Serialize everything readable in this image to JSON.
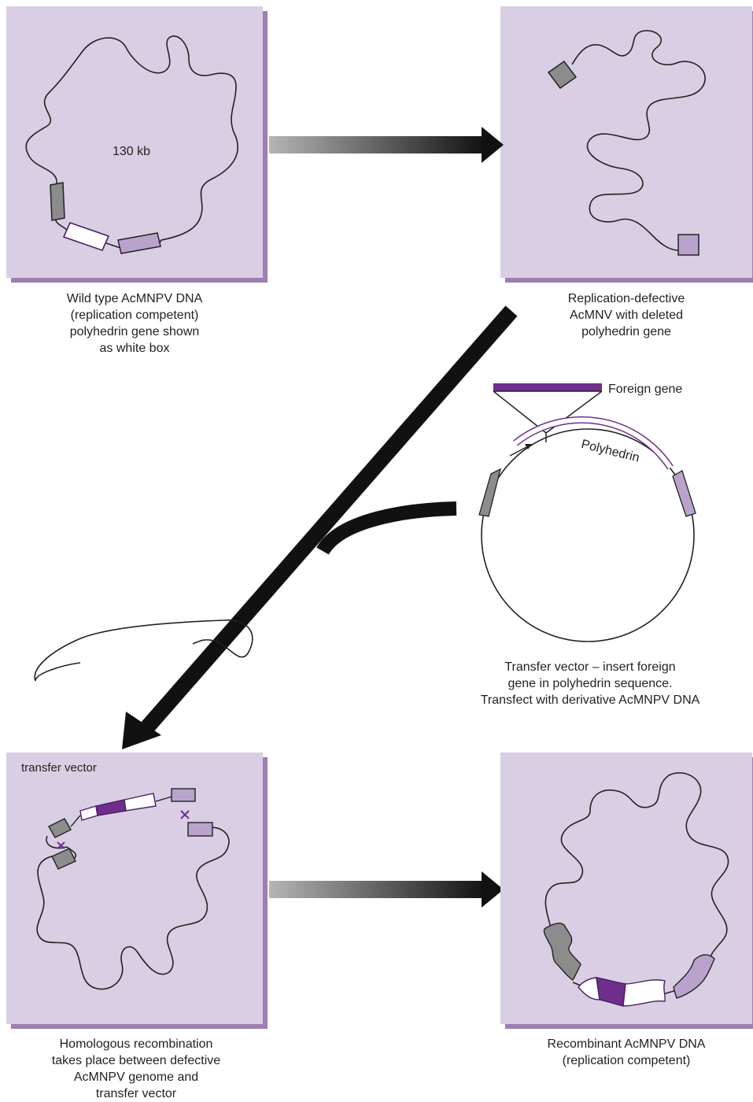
{
  "colors": {
    "panel_fill": "#d9cee3",
    "panel_shadow": "#9d7fb3",
    "dark_purple": "#6f2e8c",
    "light_purple": "#b9a3cc",
    "gray_gene": "#8c8c8c",
    "arrow": "#111111"
  },
  "panels": {
    "wild_type": {
      "size_label": "130 kb",
      "caption": "Wild type AcMNPV DNA\n(replication competent)\npolyhedrin gene shown\nas white box"
    },
    "defective": {
      "caption": "Replication-defective\nAcMNV with deleted\npolyhedrin gene"
    },
    "transfer_vector": {
      "foreign_gene_label": "Foreign gene",
      "polyhedrin_label": "Polyhedrin",
      "caption": "Transfer vector – insert foreign\ngene in polyhedrin sequence.\nTransfect with derivative AcMNPV DNA"
    },
    "recombination": {
      "inner_label": "transfer vector",
      "caption": "Homologous recombination\ntakes place between defective\nAcMNPV genome and\ntransfer vector"
    },
    "recombinant": {
      "caption": "Recombinant AcMNPV DNA\n(replication competent)"
    }
  }
}
